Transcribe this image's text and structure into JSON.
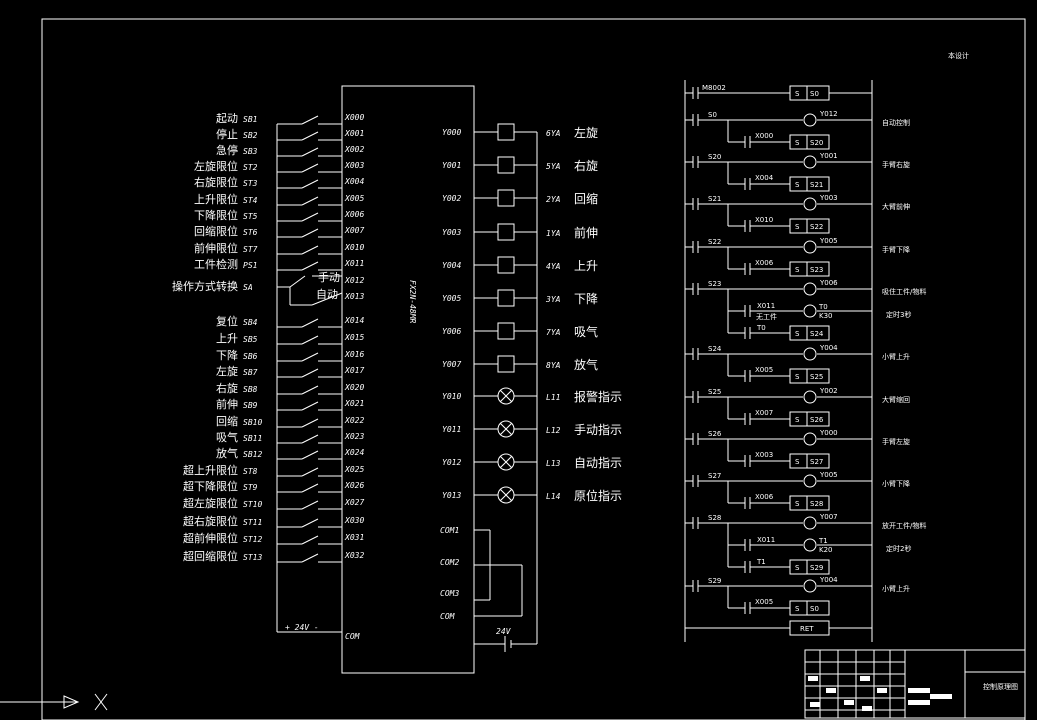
{
  "plc": {
    "model": "FX2N-48MR"
  },
  "inputs": [
    {
      "label": "起动",
      "tag": "SB1",
      "addr": "X000"
    },
    {
      "label": "停止",
      "tag": "SB2",
      "addr": "X001"
    },
    {
      "label": "急停",
      "tag": "SB3",
      "addr": "X002"
    },
    {
      "label": "左旋限位",
      "tag": "ST2",
      "addr": "X003"
    },
    {
      "label": "右旋限位",
      "tag": "ST3",
      "addr": "X004"
    },
    {
      "label": "上升限位",
      "tag": "ST4",
      "addr": "X005"
    },
    {
      "label": "下降限位",
      "tag": "ST5",
      "addr": "X006"
    },
    {
      "label": "回缩限位",
      "tag": "ST6",
      "addr": "X007"
    },
    {
      "label": "前伸限位",
      "tag": "ST7",
      "addr": "X010"
    },
    {
      "label": "工件检测",
      "tag": "PS1",
      "addr": "X011"
    },
    {
      "label": "",
      "tag": "",
      "addr": "X012"
    },
    {
      "label": "",
      "tag": "",
      "addr": "X013"
    },
    {
      "label": "复位",
      "tag": "SB4",
      "addr": "X014"
    },
    {
      "label": "上升",
      "tag": "SB5",
      "addr": "X015"
    },
    {
      "label": "下降",
      "tag": "SB6",
      "addr": "X016"
    },
    {
      "label": "左旋",
      "tag": "SB7",
      "addr": "X017"
    },
    {
      "label": "右旋",
      "tag": "SB8",
      "addr": "X020"
    },
    {
      "label": "前伸",
      "tag": "SB9",
      "addr": "X021"
    },
    {
      "label": "回缩",
      "tag": "SB10",
      "addr": "X022"
    },
    {
      "label": "吸气",
      "tag": "SB11",
      "addr": "X023"
    },
    {
      "label": "放气",
      "tag": "SB12",
      "addr": "X024"
    },
    {
      "label": "超上升限位",
      "tag": "ST8",
      "addr": "X025"
    },
    {
      "label": "超下降限位",
      "tag": "ST9",
      "addr": "X026"
    },
    {
      "label": "超左旋限位",
      "tag": "ST10",
      "addr": "X027"
    },
    {
      "label": "超右旋限位",
      "tag": "ST11",
      "addr": "X030"
    },
    {
      "label": "超前伸限位",
      "tag": "ST12",
      "addr": "X031"
    },
    {
      "label": "超回缩限位",
      "tag": "ST13",
      "addr": "X032"
    }
  ],
  "mode_switch": {
    "label": "操作方式转换",
    "tag": "SA",
    "manual": "手动",
    "auto": "自动"
  },
  "outputs": [
    {
      "addr": "Y000",
      "tag": "6YA",
      "label": "左旋",
      "kind": "coil"
    },
    {
      "addr": "Y001",
      "tag": "5YA",
      "label": "右旋",
      "kind": "coil"
    },
    {
      "addr": "Y002",
      "tag": "2YA",
      "label": "回缩",
      "kind": "coil"
    },
    {
      "addr": "Y003",
      "tag": "1YA",
      "label": "前伸",
      "kind": "coil"
    },
    {
      "addr": "Y004",
      "tag": "4YA",
      "label": "上升",
      "kind": "coil"
    },
    {
      "addr": "Y005",
      "tag": "3YA",
      "label": "下降",
      "kind": "coil"
    },
    {
      "addr": "Y006",
      "tag": "7YA",
      "label": "吸气",
      "kind": "coil"
    },
    {
      "addr": "Y007",
      "tag": "8YA",
      "label": "放气",
      "kind": "coil"
    },
    {
      "addr": "Y010",
      "tag": "L11",
      "label": "报警指示",
      "kind": "lamp"
    },
    {
      "addr": "Y011",
      "tag": "L12",
      "label": "手动指示",
      "kind": "lamp"
    },
    {
      "addr": "Y012",
      "tag": "L13",
      "label": "自动指示",
      "kind": "lamp"
    },
    {
      "addr": "Y013",
      "tag": "L14",
      "label": "原位指示",
      "kind": "lamp"
    }
  ],
  "com_labels": [
    "COM1",
    "COM2",
    "COM3",
    "COM"
  ],
  "power": {
    "input_supply": "+ 24V -",
    "input_com": "COM",
    "output_supply": "24V"
  },
  "ladder": {
    "init": {
      "contact": "M8002",
      "set": "S0"
    },
    "rungs": [
      {
        "step": "S0",
        "out": "Y012",
        "cond": "X000",
        "next": "S20",
        "comment": "自动控制"
      },
      {
        "step": "S20",
        "out": "Y001",
        "cond": "X004",
        "next": "S21",
        "comment": "手臂右旋"
      },
      {
        "step": "S21",
        "out": "Y003",
        "cond": "X010",
        "next": "S22",
        "comment": "大臂前伸"
      },
      {
        "step": "S22",
        "out": "Y005",
        "cond": "X006",
        "next": "S23",
        "comment": "手臂下降"
      },
      {
        "step": "S23",
        "out": "Y006",
        "cond": "X011",
        "cond_note": "无工件",
        "timer": "T0",
        "timer_k": "K30",
        "cond2": "T0",
        "next": "S24",
        "comment": "吸住工件/物料",
        "comment2": "定时3秒"
      },
      {
        "step": "S24",
        "out": "Y004",
        "cond": "X005",
        "next": "S25",
        "comment": "小臂上升"
      },
      {
        "step": "S25",
        "out": "Y002",
        "cond": "X007",
        "next": "S26",
        "comment": "大臂缩回"
      },
      {
        "step": "S26",
        "out": "Y000",
        "cond": "X003",
        "next": "S27",
        "comment": "手臂左旋"
      },
      {
        "step": "S27",
        "out": "Y005",
        "cond": "X006",
        "next": "S28",
        "comment": "小臂下降"
      },
      {
        "step": "S28",
        "out": "Y007",
        "cond": "X011",
        "timer": "T1",
        "timer_k": "K20",
        "cond2": "T1",
        "next": "S29",
        "comment": "放开工件/物料",
        "comment2": "定时2秒"
      },
      {
        "step": "S29",
        "out": "Y004",
        "cond": "X005",
        "next": "S0",
        "comment": "小臂上升"
      }
    ],
    "ret": "RET"
  },
  "title_block": {
    "title": "控制原理图"
  },
  "corner_note": "本设计"
}
